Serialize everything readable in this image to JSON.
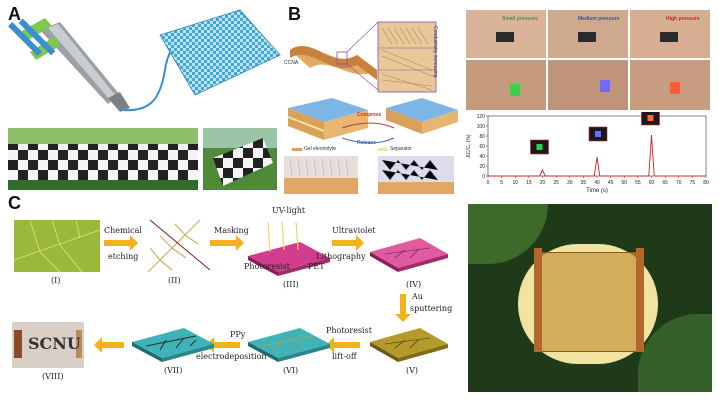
{
  "panel_letters": {
    "a": "A",
    "b": "B",
    "c": "C"
  },
  "panel_b": {
    "ccna_label": "CCNA",
    "conductivity_label": "Conductivity increasing",
    "compress_label": "Compress",
    "release_label": "Release",
    "legend_electrolyte": "Gel electrolyte",
    "legend_separator": "Separator",
    "pressure_labels": [
      "Small pressure",
      "Medium pressure",
      "High pressure"
    ]
  },
  "chart_data": {
    "type": "line",
    "xlabel": "Time (s)",
    "ylabel": "ΔC/C₀ (%)",
    "xlim": [
      0,
      80
    ],
    "ylim": [
      0,
      120
    ],
    "xticks": [
      0,
      5,
      10,
      15,
      20,
      25,
      30,
      35,
      40,
      45,
      50,
      55,
      60,
      65,
      70,
      75,
      80
    ],
    "yticks": [
      0,
      20,
      40,
      60,
      80,
      100,
      120
    ],
    "x": [
      0,
      19,
      20,
      21,
      39,
      40,
      41,
      59,
      60,
      61,
      80
    ],
    "y": [
      0,
      0,
      12,
      0,
      0,
      38,
      0,
      0,
      82,
      0,
      0
    ],
    "line_color": "#d62020"
  },
  "panel_c": {
    "chemical": "Chemical",
    "etching": "etching",
    "masking": "Masking",
    "uv_light": "UV-light",
    "ultraviolet": "Ultraviolet",
    "lithography": "Lithography",
    "photoresist_lbl": "Photoresist",
    "pet": "PET",
    "au": "Au",
    "sputtering": "sputtering",
    "photoresist2": "Photoresist",
    "liftoff": "lift-off",
    "ppy": "PPy",
    "electrodeposition": "electrodeposition",
    "scnu": "SCNU",
    "steps": [
      "(I)",
      "(II)",
      "(III)",
      "(IV)",
      "(V)",
      "(VI)",
      "(VII)",
      "(VIII)"
    ]
  },
  "colors": {
    "arrow": "#f2b21b",
    "magenta": "#d23c8c",
    "teal": "#3fb3b8",
    "olive": "#b49a2a"
  }
}
